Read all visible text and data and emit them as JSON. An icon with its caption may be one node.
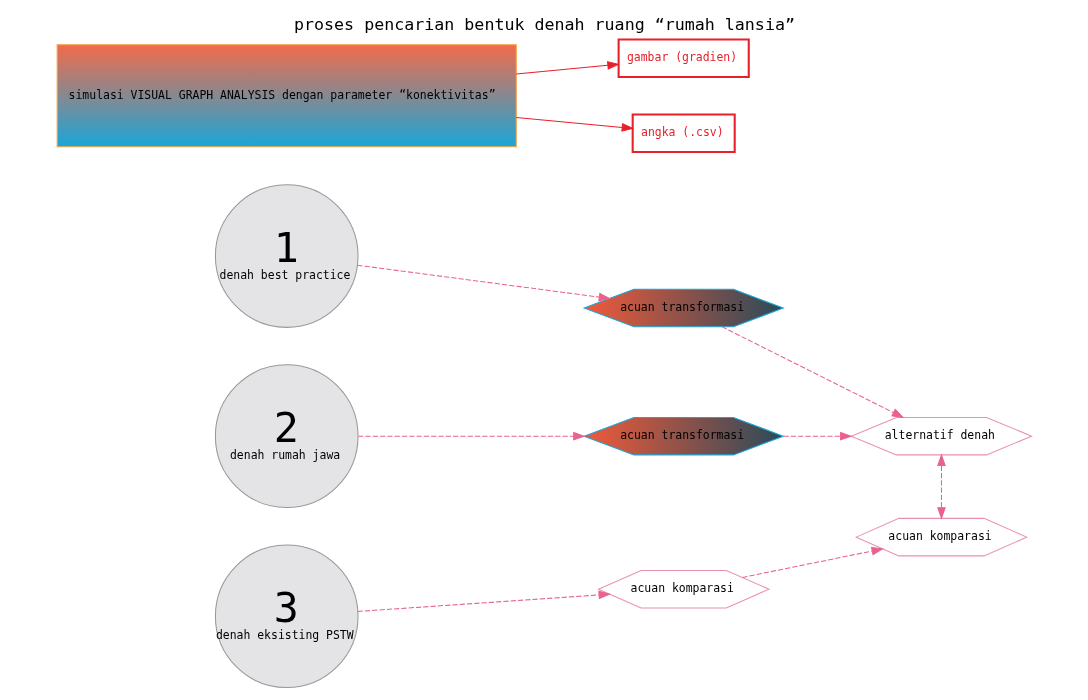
{
  "diagram": {
    "title": "proses pencarian bentuk denah ruang “rumah lansia”",
    "nodes": [
      {
        "text": [
          "1",
          "denah best practice"
        ]
      },
      {
        "text": [
          "2",
          "denah rumah jawa"
        ]
      },
      {
        "text": [
          "3",
          "denah eksisting PSTW"
        ]
      },
      {
        "text": [
          "simulasi VISUAL GRAPH ANALYSIS dengan parameter “konektivitas”"
        ]
      },
      {
        "text": [
          "gambar (gradien)"
        ]
      },
      {
        "text": [
          "angka (.csv)"
        ]
      },
      {
        "text": [
          "acuan transformasi"
        ]
      },
      {
        "text": [
          "acuan transformasi"
        ]
      },
      {
        "text": [
          "alternatif denah"
        ]
      },
      {
        "text": [
          "acuan komparasi"
        ]
      },
      {
        "text": [
          "acuan komparasi"
        ]
      }
    ],
    "edges": [
      {
        "from": 3,
        "to": 4,
        "arrow": "to",
        "color": "#e8202a"
      },
      {
        "from": 3,
        "to": 5,
        "arrow": "to",
        "color": "#e8202a"
      },
      {
        "from": 0,
        "to": 6,
        "arrow": "to",
        "style": "dashed"
      },
      {
        "from": 1,
        "to": 7,
        "arrow": "to",
        "style": "dashed"
      },
      {
        "from": 2,
        "to": 9,
        "arrow": "to",
        "style": "dashed"
      },
      {
        "from": 6,
        "to": 8,
        "arrow": "to",
        "style": "dashed"
      },
      {
        "from": 7,
        "to": 8,
        "arrow": "to",
        "style": "dashed"
      },
      {
        "from": 9,
        "to": 10,
        "arrow": "to",
        "style": "dashed"
      },
      {
        "from": 8,
        "to": 10,
        "arrow": "both",
        "style": "dashed"
      }
    ]
  }
}
